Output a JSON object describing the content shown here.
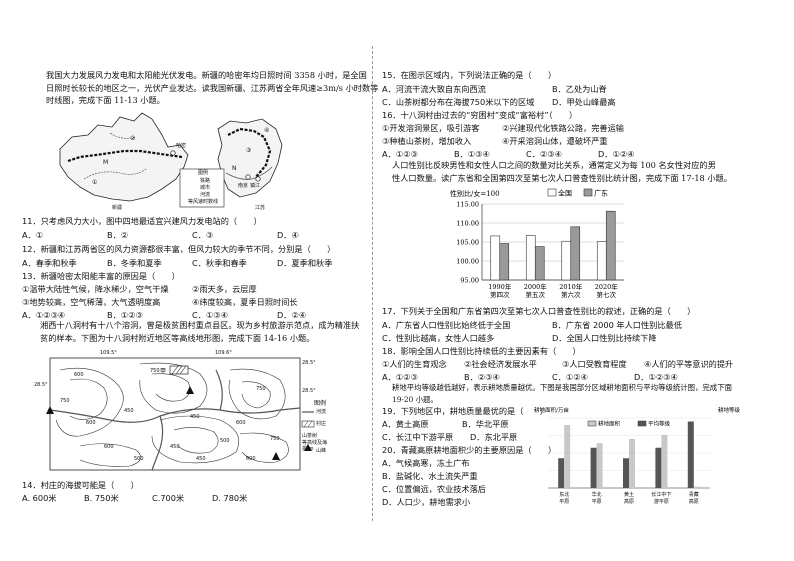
{
  "left": {
    "intro1": [
      "我国大力发展风力发电和太阳能光伏发电。新疆的哈密年均日照时间 3358 小时，是全国",
      "日照时长较长的地区之一，光伏产业发达。读我国新疆、江苏两省全年风速≥3m/s 小时数等",
      "时线图，完成下面 11-13 小题。"
    ],
    "map1": {
      "labels": {
        "hami": "哈密",
        "n": "N",
        "m": "M",
        "xinjiang": "新疆",
        "jiangsu": "江苏",
        "zhenjiang": "镇江",
        "nanjing": "南京"
      },
      "legend": {
        "title": "图例",
        "items": [
          "铁路",
          "城市",
          "河流",
          "等风速时数线"
        ]
      },
      "iso": [
        "②",
        "③",
        "①",
        "④"
      ]
    },
    "q11": "11．只考虑风力大小，图中四地最适宜兴建风力发电站的（　　）",
    "q11o": {
      "a": "A．①",
      "b": "B．②",
      "c": "C．③",
      "d": "D．④"
    },
    "q12": "12．新疆和江苏两省区的风力资源都很丰富，但风力较大的季节不同，分别是（　　）",
    "q12o": {
      "a": "A．春季和秋季",
      "b": "B．冬季和夏季",
      "c": "C．秋季和春季",
      "d": "D．夏季和秋季"
    },
    "q13": "13．新疆哈密太阳能丰富的原因是（　　）",
    "q13s": [
      [
        "①温带大陆性气候，降水稀少，空气干燥",
        "②雨天多，云层厚"
      ],
      [
        "③地势较高，空气稀薄，大气透明度高",
        "④纬度较高，夏季日照时间长"
      ]
    ],
    "q13o": {
      "a": "A．①②③④",
      "b": "B．①②③",
      "c": "C．①③④",
      "d": "D．②④"
    },
    "intro2": [
      "湘西十八洞村有十八个溶洞，曾是极贫困村重点县区。现为乡村旅游示范点，成为精准扶",
      "贫的样本。下图为十八洞村附近地区等高线地形图，完成下面 14-16 小题。"
    ],
    "map2": {
      "lon": [
        "109.5°",
        "109.6°"
      ],
      "lat_left": "28.5°",
      "lat_right": "28.5°",
      "lat_left2": "28.5°",
      "contours": [
        "750",
        "600",
        "750",
        "450",
        "600",
        "450",
        "750",
        "600",
        "500",
        "600",
        "450",
        "750",
        "500",
        "450",
        "600"
      ],
      "jia": "甲",
      "legend": {
        "title": "图例",
        "items": [
          "河流",
          "村庄",
          "山茶树",
          "等高线及海拔/m",
          "山峰"
        ]
      }
    },
    "q14": "14．村庄的海拔可能是（　　）",
    "q14o": {
      "a": "A. 600米",
      "b": "B. 750米",
      "c": "C.700米",
      "d": "D. 780米"
    }
  },
  "right": {
    "q15": "15．在图示区域内，下列说法正确的是（　　）",
    "q15o": {
      "a": "A．河流干流大致自东向西流",
      "b": "B．乙处为山脊",
      "c": "C．山茶树都分布在海拔750米以下的区域",
      "d": "D．甲处山峰最高"
    },
    "q16": "16．十八洞村由过去的“穷困村”变成“富裕村”（　　）",
    "q16s": [
      [
        "①开发溶洞景区，吸引游客",
        "②兴建现代化铁路公路，完善运输"
      ],
      [
        "③种植山茶树，增加收入",
        "④开采溶洞山体，遭破坏严重"
      ]
    ],
    "q16o": {
      "a": "A．①②③",
      "b": "B．①③④",
      "c": "C．②③④",
      "d": "D．①②④"
    },
    "intro3": [
      "人口性别比反映男性和女性人口之间的数量对比关系，通常定义为每 100 名女性对应的男",
      "性人口数量。读广东省和全国第四次至第七次人口普查性别比统计图，完成下面 17-18 小题。"
    ],
    "q17": "17．下列关于全国和广东省第四次至第七次人口普查性别比的叙述，正确的是（　　）",
    "q17o": {
      "a": "A．广东省人口性别比始终低于全国",
      "b": "B．广东省 2000 年人口性别比最低",
      "c": "C．性别比越高，女性人口越多",
      "d": "D．全国人口性别比持续下降"
    },
    "q18": "18．影响全国人口性别比持续低的主要因素有（　　）",
    "q18s": [
      "①人们的生育观念",
      "②社会经济发展水平",
      "③人口受教育程度",
      "④人们的平等意识的提升"
    ],
    "q18o": {
      "a": "A．①②③",
      "b": "B．②③④",
      "c": "C．①②④",
      "d": "D．①②③④"
    },
    "intro4": [
      "耕地平均等级越低越好，表示耕地质量越优。下图是我国部分区域耕地面积与平均等级统计图，完成下面",
      "19-20 小题。"
    ],
    "q19": "19．下列地区中，耕地质量最优的是（　　）",
    "q19o": {
      "a": "A．黄土高原",
      "b": "B．华北平原",
      "c": "C．长江中下游平原",
      "d": "D．东北平原"
    },
    "q20": "20．青藏高原耕地面积少的主要原因是（　　）",
    "q20o": {
      "a": "A．气候高寒，冻土广布",
      "b": "B．盐碱化、水土流失严重",
      "c": "C．位置偏远，农业技术落后",
      "d": "D．人口少，耕地需求小"
    }
  },
  "chart_data": [
    {
      "type": "bar",
      "ylabel": "性别比/女=100",
      "ylim": [
        95,
        115
      ],
      "yticks": [
        "95.00",
        "100.00",
        "105.00",
        "110.00",
        "115.00"
      ],
      "categories": [
        "1990年第四次",
        "2000年第五次",
        "2010年第六次",
        "2020年第七次"
      ],
      "categories_l1": [
        "1990年",
        "2000年",
        "2010年",
        "2020年"
      ],
      "categories_l2": [
        "第四次",
        "第五次",
        "第六次",
        "第七次"
      ],
      "series": [
        {
          "name": "全国",
          "color": "#ffffff",
          "values": [
            106.6,
            106.7,
            105.2,
            105.1
          ]
        },
        {
          "name": "广东",
          "color": "#9a9a9a",
          "values": [
            104.6,
            103.8,
            109.0,
            113.1
          ]
        }
      ]
    },
    {
      "type": "bar",
      "ylabel_left": "耕地面积/万亩",
      "ylabel_right": "耕地等级",
      "series": [
        {
          "name": "耕地面积",
          "color": "#c8c8c8",
          "values": [
            45,
            32,
            35,
            38,
            1
          ]
        },
        {
          "name": "平均等级",
          "color": "#555555",
          "values": [
            17,
            23,
            17,
            23,
            38
          ]
        }
      ],
      "categories": [
        [
          "东北",
          "平原"
        ],
        [
          "华北",
          "平原"
        ],
        [
          "黄土",
          "高原"
        ],
        [
          "长江中下",
          "游平原"
        ],
        [
          "青藏",
          "高原"
        ]
      ]
    }
  ]
}
